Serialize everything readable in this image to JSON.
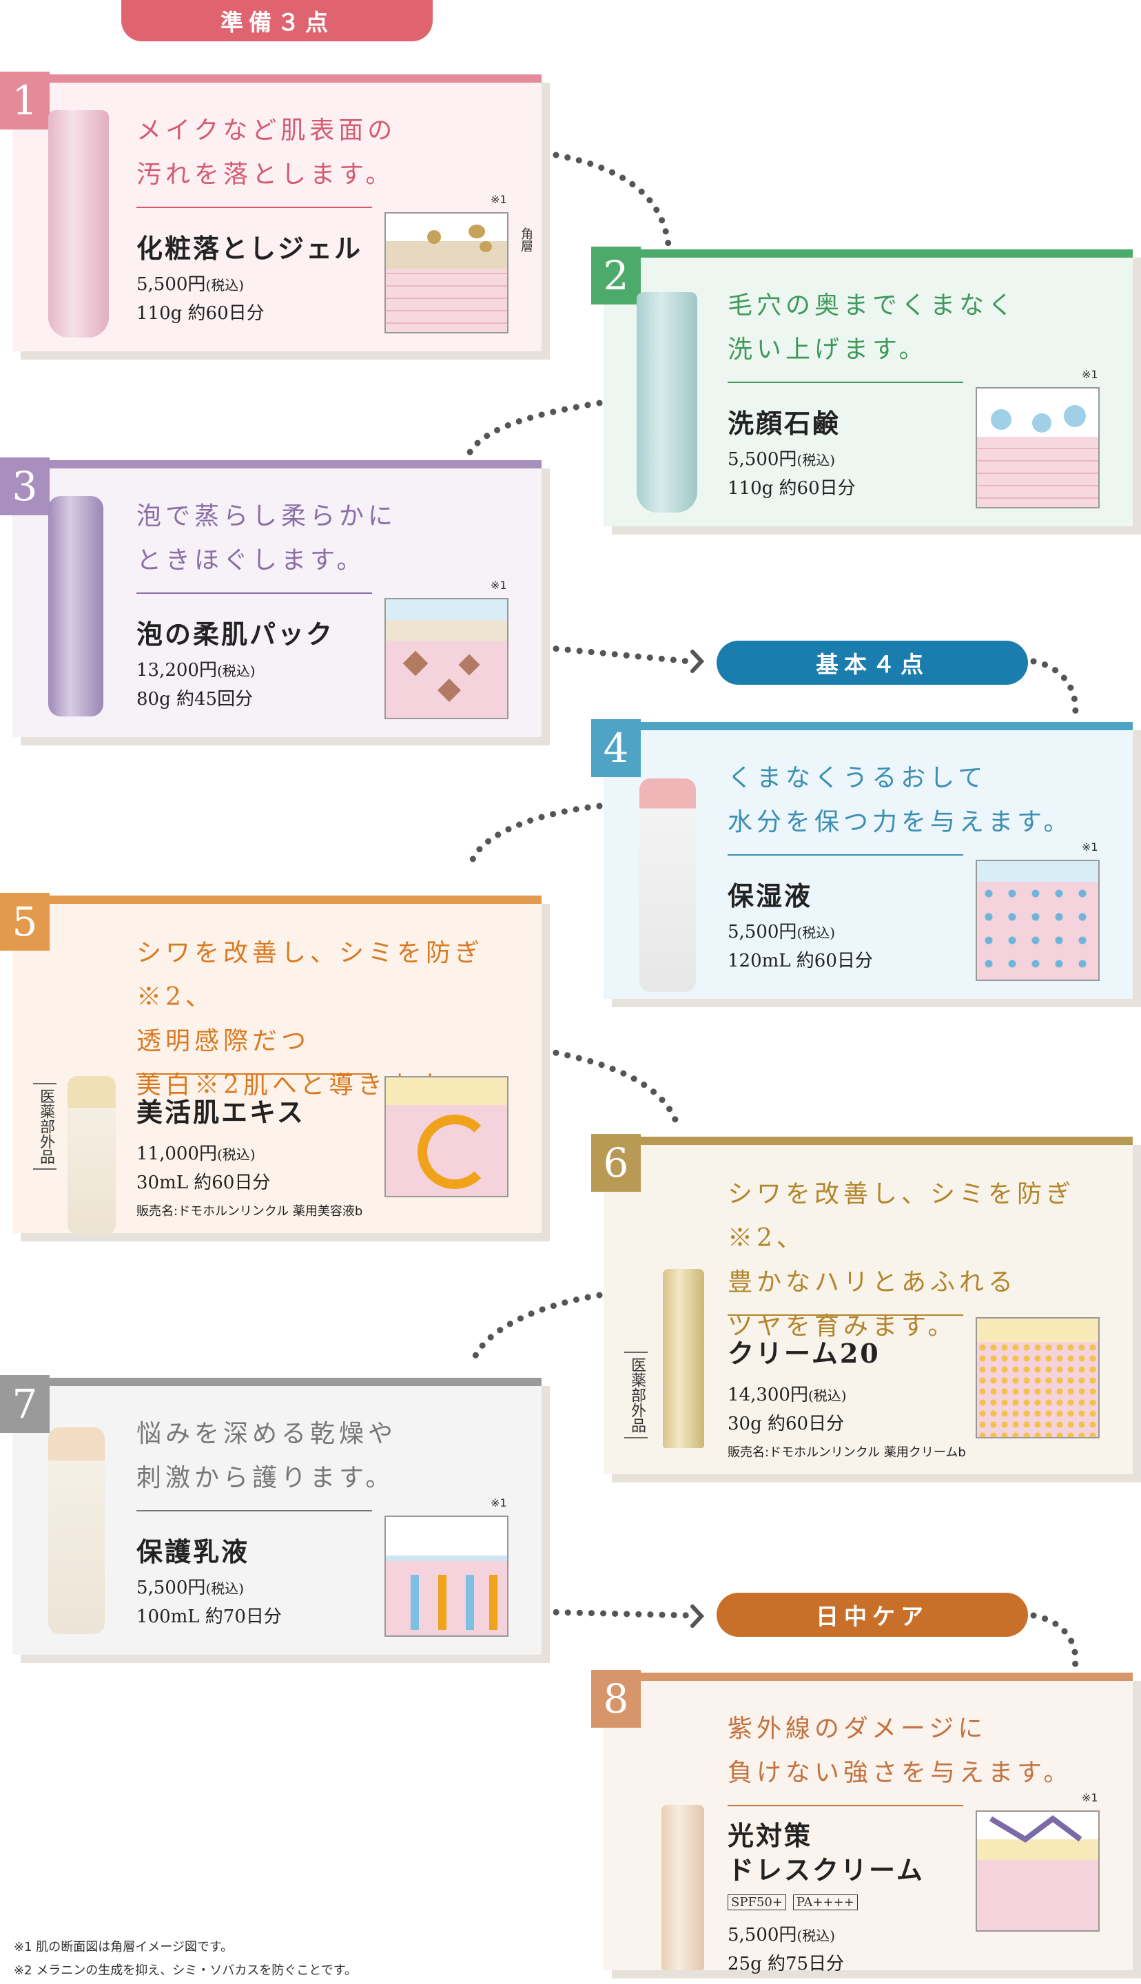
{
  "categories": {
    "prep": "準備３点",
    "basic": "基本４点",
    "day": "日中ケア"
  },
  "note_mark": "※1",
  "kakuso_label": "角層",
  "quasi_drug": "医薬部外品",
  "tax_label": "(税込)",
  "colors": {
    "prep": "#e0646f",
    "basic": "#1a7dad",
    "day": "#c86f2a"
  },
  "steps": [
    {
      "num": "1",
      "headline": "メイクなど肌表面の\n汚れを落とします。",
      "name": "化粧落としジェル",
      "price": "5,500円",
      "size": "110g  約60日分",
      "color": "#e48a99",
      "bg": "#fdf1f3"
    },
    {
      "num": "2",
      "headline": "毛穴の奥までくまなく\n洗い上げます。",
      "name": "洗顔石鹸",
      "price": "5,500円",
      "size": "110g  約60日分",
      "color": "#4cab6b",
      "bg": "#eef6f1"
    },
    {
      "num": "3",
      "headline": "泡で蒸らし柔らかに\nときほぐします。",
      "name": "泡の柔肌パック",
      "price": "13,200円",
      "size": "80g  約45回分",
      "color": "#a98fbd",
      "bg": "#f6f2f8"
    },
    {
      "num": "4",
      "headline": "くまなくうるおして\n水分を保つ力を与えます。",
      "name": "保湿液",
      "price": "5,500円",
      "size": "120mL  約60日分",
      "color": "#4fa3c4",
      "bg": "#edf6fa"
    },
    {
      "num": "5",
      "headline": "シワを改善し、シミを防ぎ※2、\n透明感際だつ\n美白※2肌へと導きます。",
      "name": "美活肌エキス",
      "price": "11,000円",
      "size": "30mL  約60日分",
      "seller": "販売名:ドモホルンリンクル  薬用美容液b",
      "color": "#e39a4c",
      "bg": "#fdf3ea"
    },
    {
      "num": "6",
      "headline": "シワを改善し、シミを防ぎ※2、\n豊かなハリとあふれる\nツヤを育みます。",
      "name": "クリーム20",
      "price": "14,300円",
      "size": "30g  約60日分",
      "seller": "販売名:ドモホルンリンクル  薬用クリームb",
      "color": "#b89a55",
      "bg": "#f8f4ec"
    },
    {
      "num": "7",
      "headline": "悩みを深める乾燥や\n刺激から護ります。",
      "name": "保護乳液",
      "price": "5,500円",
      "size": "100mL  約70日分",
      "color": "#9a9a9a",
      "bg": "#f4f4f4"
    },
    {
      "num": "8",
      "headline": "紫外線のダメージに\n負けない強さを与えます。",
      "name": "光対策\nドレスクリーム",
      "price": "5,500円",
      "size": "25g  約75日分",
      "tags": [
        "SPF50+",
        "PA++++"
      ],
      "color": "#d7956a",
      "bg": "#faf3ee"
    }
  ],
  "footnotes": [
    "※1  肌の断面図は角層イメージ図です。",
    "※2  メラニンの生成を抑え、シミ・ソバカスを防ぐことです。"
  ]
}
